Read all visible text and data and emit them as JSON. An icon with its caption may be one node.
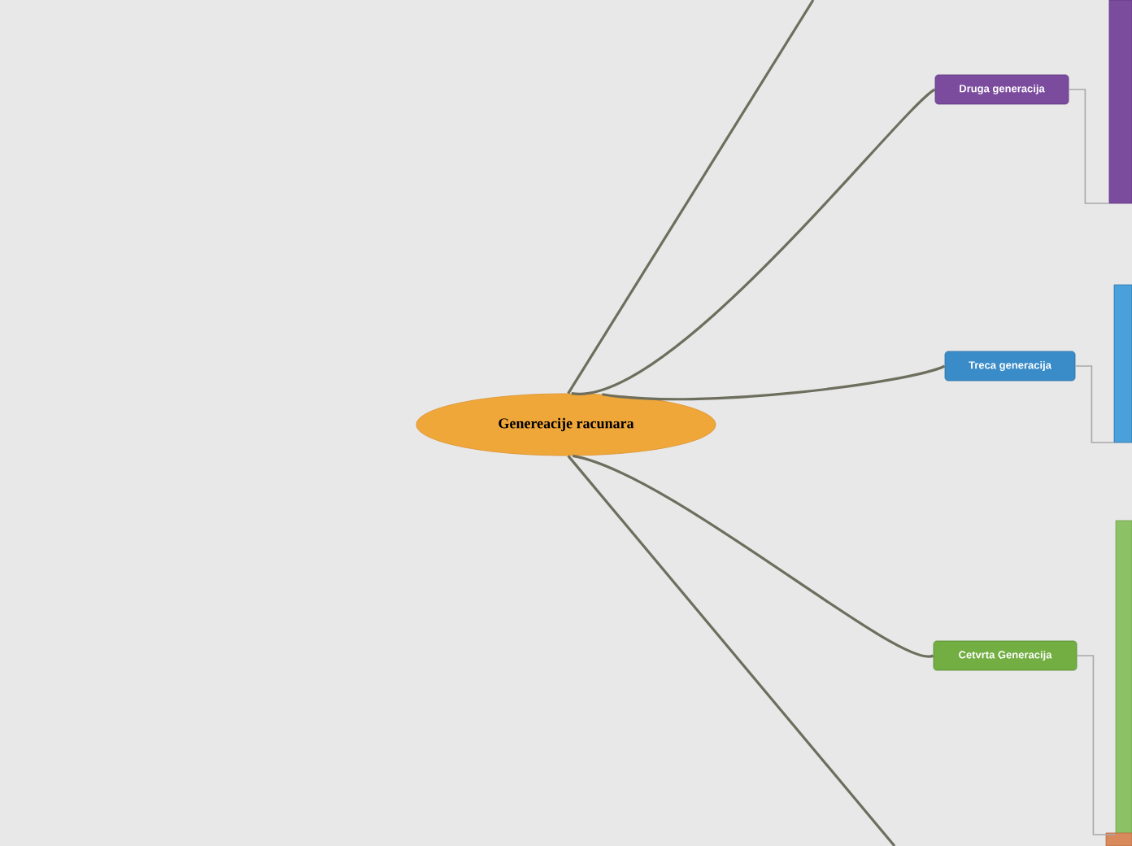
{
  "diagram": {
    "nodes": [
      {
        "text": [
          "Genereacije racunara"
        ]
      },
      {
        "text": [
          "Druga generacija"
        ]
      },
      {
        "text": [
          "Treca generacija"
        ]
      },
      {
        "text": [
          "Cetvrta Generacija"
        ]
      },
      {
        "text": [],
        "shape": "box"
      },
      {
        "text": [],
        "shape": "box"
      },
      {
        "text": [],
        "shape": "box"
      },
      {
        "text": [],
        "shape": "box"
      }
    ],
    "edges": [
      {
        "from": 0,
        "to": null,
        "arrow": "none"
      },
      {
        "from": 0,
        "to": 1,
        "arrow": "none"
      },
      {
        "from": 0,
        "to": 2,
        "arrow": "none"
      },
      {
        "from": 0,
        "to": 3,
        "arrow": "none"
      },
      {
        "from": 0,
        "to": null,
        "arrow": "none"
      },
      {
        "from": 1,
        "to": 4,
        "arrow": "none",
        "color": "#a8a8a8"
      },
      {
        "from": 2,
        "to": 5,
        "arrow": "none",
        "color": "#a8a8a8"
      },
      {
        "from": 3,
        "to": 6,
        "arrow": "none",
        "color": "#a8a8a8"
      }
    ]
  }
}
